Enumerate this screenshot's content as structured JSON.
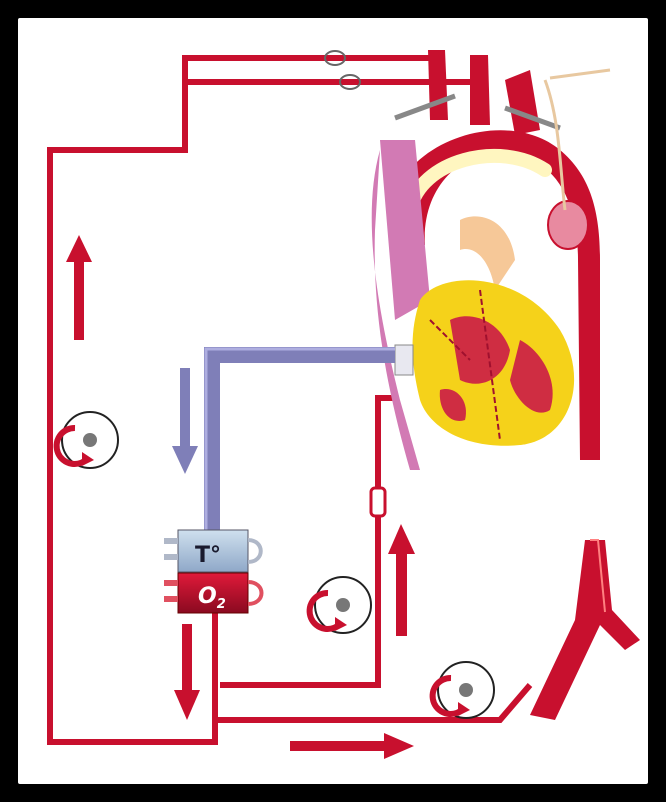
{
  "diagram": {
    "background": "#000000",
    "panel_color": "#ffffff",
    "arterial_color": "#c8102e",
    "venous_color": "#7f7fb8",
    "heart_colors": [
      "#f5d21a",
      "#c8104a",
      "#d27ab4",
      "#f6c898",
      "#c8102e"
    ]
  },
  "device": {
    "temperature_label": "T°",
    "oxygenator_label": "O",
    "oxygenator_subscript": "2"
  },
  "pumps": [
    {
      "name": "left-pump"
    },
    {
      "name": "middle-pump"
    },
    {
      "name": "bottom-pump"
    }
  ],
  "flow_arrows": [
    {
      "name": "up-left",
      "direction": "up",
      "color": "red"
    },
    {
      "name": "down-blue",
      "direction": "down",
      "color": "blue"
    },
    {
      "name": "down-red",
      "direction": "down",
      "color": "red"
    },
    {
      "name": "up-middle",
      "direction": "up",
      "color": "red"
    },
    {
      "name": "right-bottom",
      "direction": "right",
      "color": "red"
    }
  ]
}
